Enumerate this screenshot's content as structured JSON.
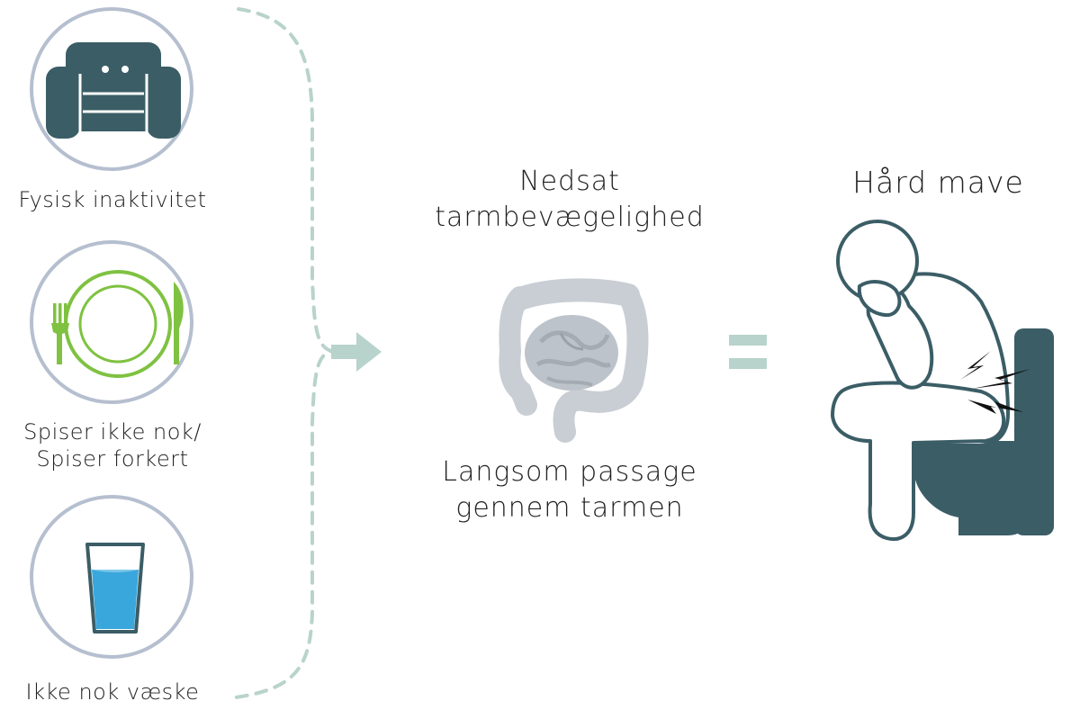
{
  "causes": [
    {
      "label": "Fysisk inaktivitet",
      "icon": "armchair-icon"
    },
    {
      "label_line1": "Spiser ikke nok/",
      "label_line2": "Spiser forkert",
      "icon": "plate-cutlery-icon"
    },
    {
      "label": "Ikke nok væske",
      "icon": "water-glass-icon"
    }
  ],
  "middle": {
    "top_line1": "Nedsat",
    "top_line2": "tarmbevægelighed",
    "bottom_line1": "Langsom passage",
    "bottom_line2": "gennem tarmen",
    "icon": "intestine-icon"
  },
  "result": {
    "title": "Hård mave",
    "icon": "person-on-toilet-icon"
  },
  "colors": {
    "dark_teal": "#3b5d66",
    "green": "#7fc241",
    "water_blue": "#3aa7dc",
    "circle_border": "#b5bfcf",
    "connector": "#b8d3cb",
    "intestine_gray": "#c9ced4"
  }
}
